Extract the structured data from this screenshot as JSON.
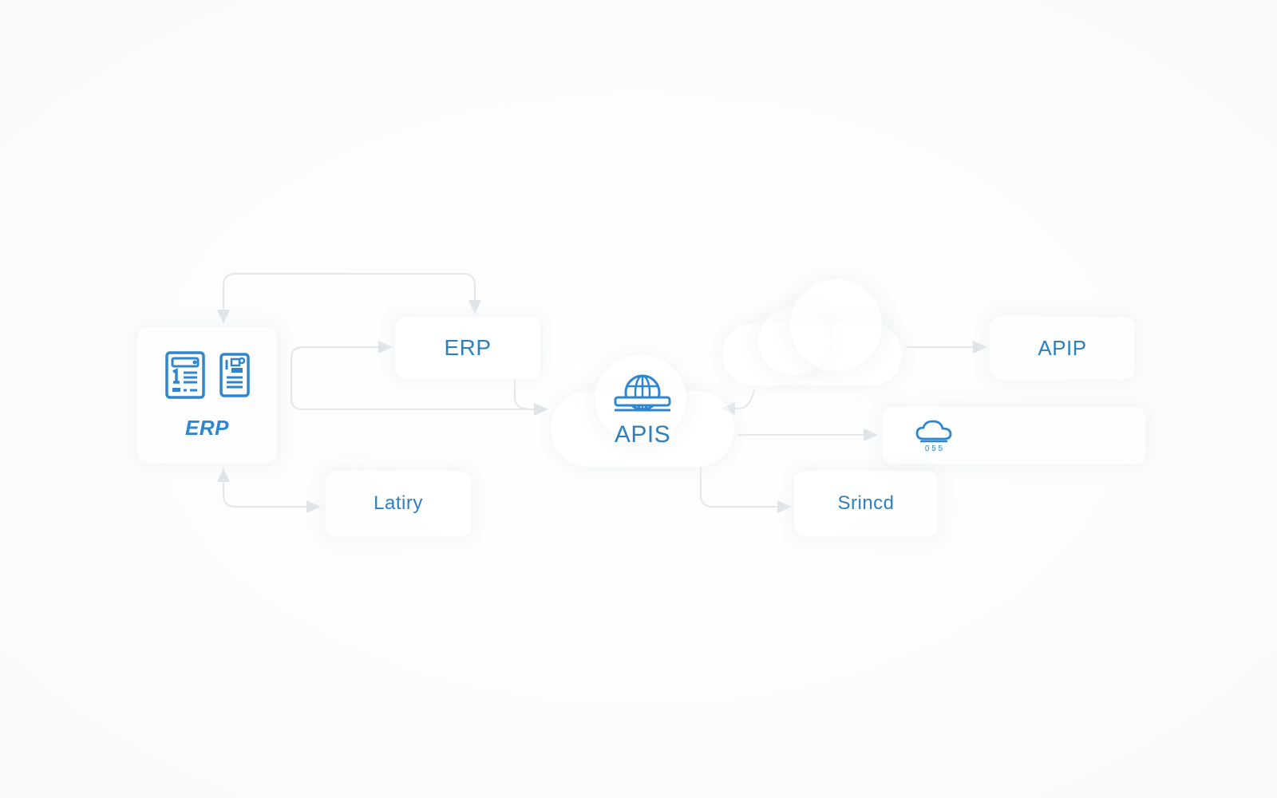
{
  "diagram": {
    "nodes": {
      "erp_main": {
        "label": "ERP",
        "icons": [
          "document-list-icon",
          "document-form-icon"
        ]
      },
      "erp": {
        "label": "ERP"
      },
      "latiry": {
        "label": "Latiry"
      },
      "apis": {
        "label": "APIS",
        "icon": "globe-icon"
      },
      "cloud_top": {
        "label": ""
      },
      "apip": {
        "label": "APIP"
      },
      "storage": {
        "label": "",
        "icon": "cloud-storage-icon"
      },
      "srincd": {
        "label": "Srincd"
      }
    },
    "edges": [
      {
        "from": "erp_main",
        "to": "erp"
      },
      {
        "from": "erp",
        "to": "erp_main"
      },
      {
        "from": "erp_main",
        "to": "apis"
      },
      {
        "from": "erp_main",
        "to": "latiry"
      },
      {
        "from": "cloud_top",
        "to": "apis"
      },
      {
        "from": "cloud_top",
        "to": "apip"
      },
      {
        "from": "apis",
        "to": "storage"
      },
      {
        "from": "apis",
        "to": "srincd"
      }
    ]
  },
  "colors": {
    "accent": "#2f86cf",
    "label": "#2f7fbd",
    "connector": "#dfe4e8",
    "background": "#fdfefe"
  }
}
